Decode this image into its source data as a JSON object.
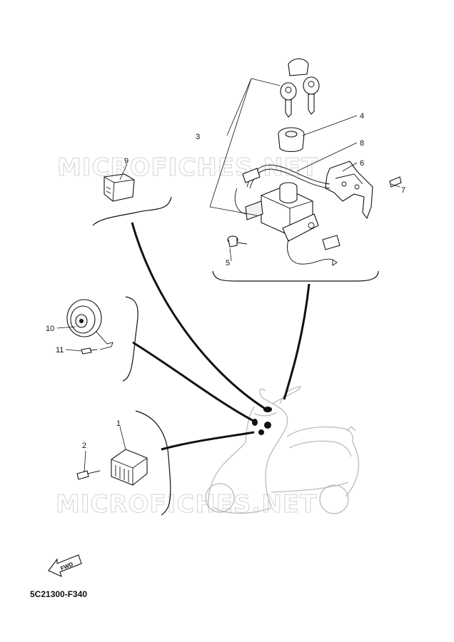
{
  "diagram": {
    "code": "5C21300-F340",
    "watermark": "MICROFICHES.NET",
    "fwd_label": "FWD",
    "callouts": {
      "c1": "1",
      "c2": "2",
      "c3": "3",
      "c4": "4",
      "c5": "5",
      "c6": "6",
      "c7": "7",
      "c8": "8",
      "c9": "9",
      "c10": "10",
      "c11": "11"
    }
  }
}
